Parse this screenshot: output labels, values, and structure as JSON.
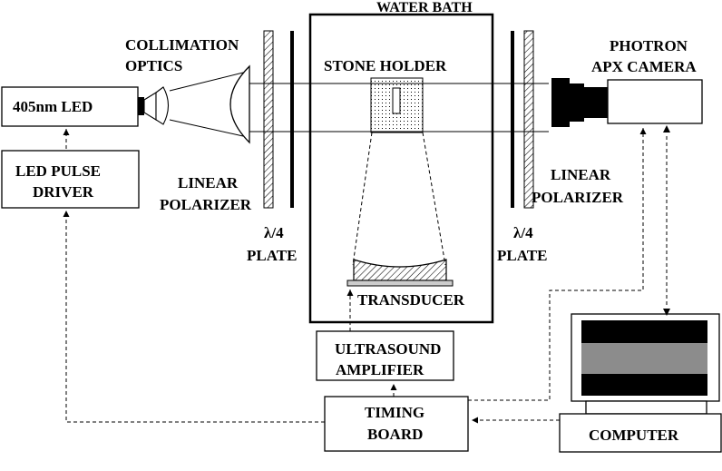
{
  "labels": {
    "water_bath": "WATER BATH",
    "collimation_1": "COLLIMATION",
    "collimation_2": "OPTICS",
    "stone_holder": "STONE HOLDER",
    "camera_1": "PHOTRON",
    "camera_2": "APX CAMERA",
    "led": "405nm  LED",
    "led_driver_1": "LED PULSE",
    "led_driver_2": "DRIVER",
    "polarizer_left_1": "LINEAR",
    "polarizer_left_2": "POLARIZER",
    "polarizer_right_1": "LINEAR",
    "polarizer_right_2": "POLARIZER",
    "plate_left_1": "λ/4",
    "plate_left_2": "PLATE",
    "plate_right_1": "λ/4",
    "plate_right_2": "PLATE",
    "transducer": "TRANSDUCER",
    "amplifier_1": "ULTRASOUND",
    "amplifier_2": "AMPLIFIER",
    "timing_1": "TIMING",
    "timing_2": "BOARD",
    "computer": "COMPUTER"
  },
  "colors": {
    "stroke": "#000000",
    "background": "#ffffff",
    "screen": "#000000"
  }
}
